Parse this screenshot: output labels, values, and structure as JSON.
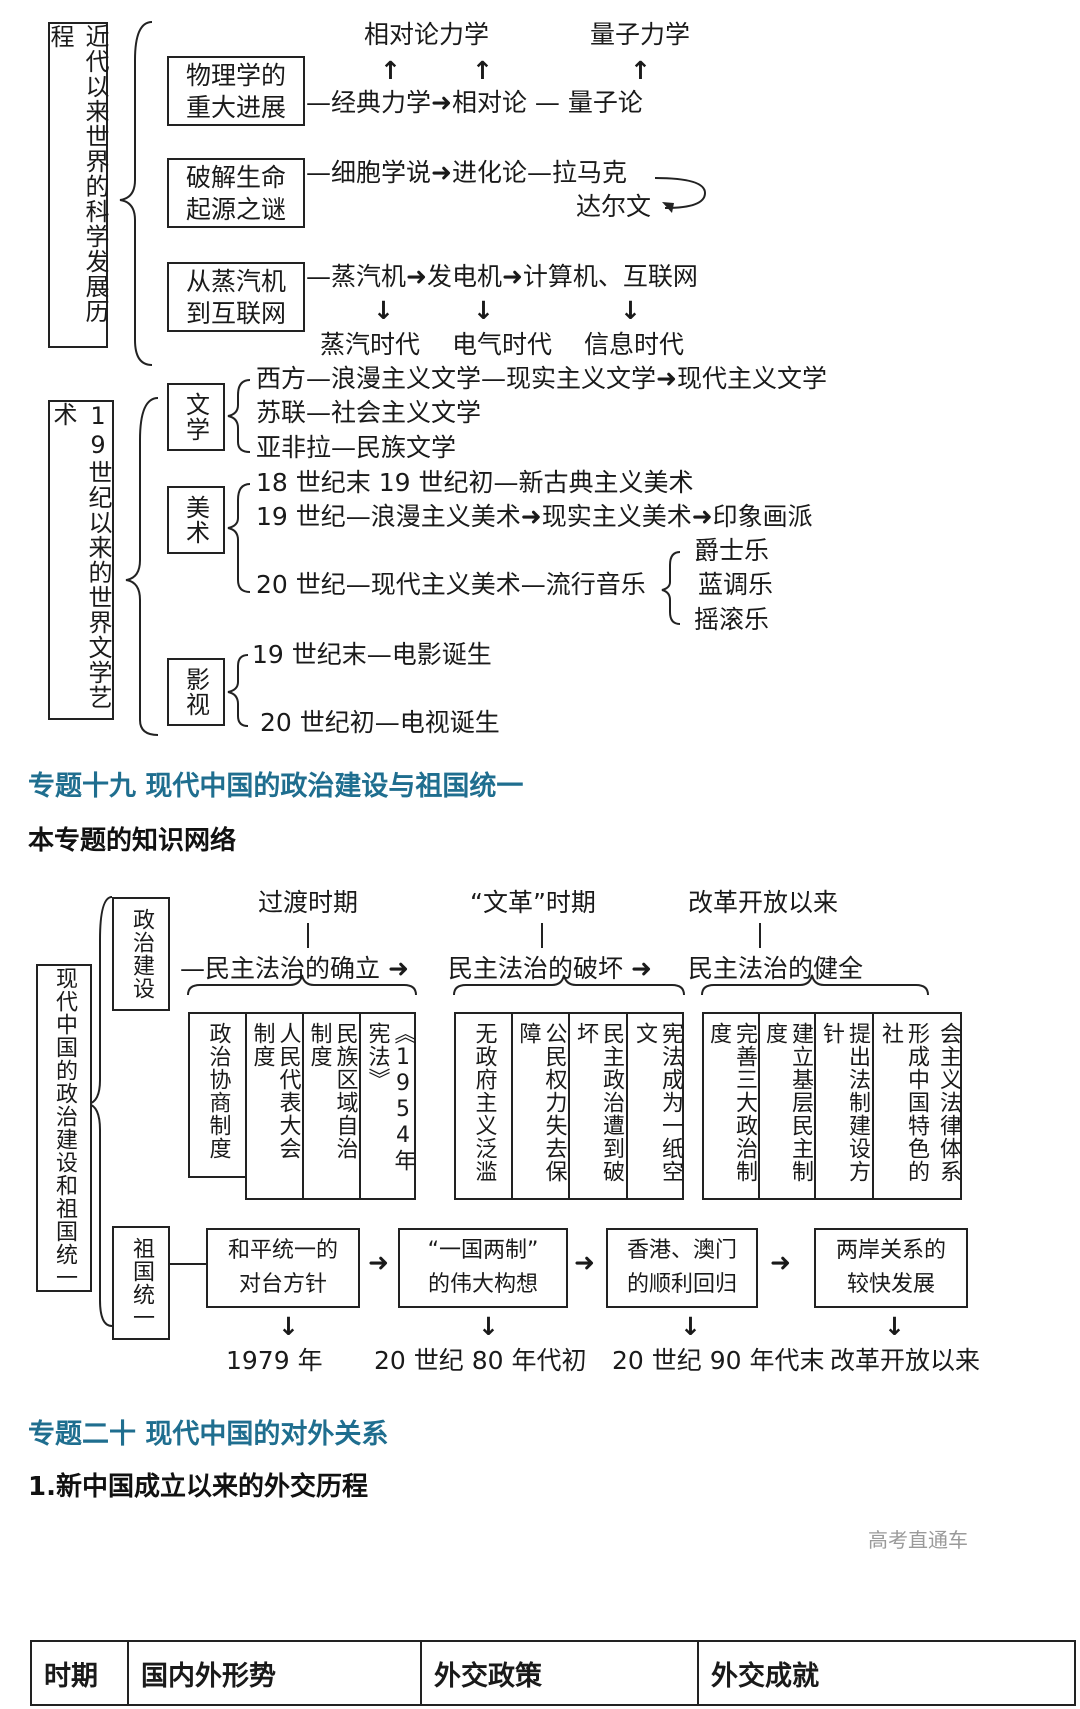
{
  "s1": {
    "side": "近代以来世界的科学发展历程",
    "box1": [
      "物理学的",
      "重大进展"
    ],
    "chain1": "—经典力学➜相对论 — 量子论",
    "above": [
      "相对论力学",
      "量子力学"
    ],
    "box2": [
      "破解生命",
      "起源之谜"
    ],
    "chain2": "—细胞学说➜进化论—拉马克",
    "darwin": "达尔文",
    "box3": [
      "从蒸汽机",
      "到互联网"
    ],
    "chain3": "—蒸汽机➜发电机➜计算机、互联网",
    "eras": [
      "蒸汽时代",
      "电气时代",
      "信息时代"
    ]
  },
  "s2": {
    "side": "19世纪以来的世界文学艺术",
    "lit_box": "文学",
    "lit": [
      "西方—浪漫主义文学—现实主义文学➜现代主义文学",
      "苏联—社会主义文学",
      "亚非拉—民族文学"
    ],
    "art_box": "美术",
    "art": [
      "18 世纪末 19 世纪初—新古典主义美术",
      "19 世纪—浪漫主义美术➜现实主义美术➜印象画派",
      "20 世纪—现代主义美术—流行音乐"
    ],
    "music": [
      "爵士乐",
      "蓝调乐",
      "摇滚乐"
    ],
    "film_box": "影视",
    "film": [
      "19 世纪末—电影诞生",
      "20 世纪初—电视诞生"
    ]
  },
  "topic19": {
    "title": "专题十九  现代中国的政治建设与祖国统一",
    "sub": "本专题的知识网络"
  },
  "s3": {
    "side": "现代中国的政治建设和祖国统一",
    "pol_box": "政治建设",
    "periods": [
      "过渡时期",
      "“文革”时期",
      "改革开放以来"
    ],
    "stages": [
      "—民主法治的确立 ➜",
      "民主法治的破坏 ➜",
      "民主法治的健全"
    ],
    "g1": [
      "政治协商制度",
      "人民代表大会制度",
      "民族区域自治制度",
      "《1954年宪法》"
    ],
    "g2": [
      "无政府主义泛滥",
      "公民权力失去保障",
      "民主政治遭到破坏",
      "宪法成为一纸空文"
    ],
    "g3": [
      "完善三大政治制度",
      "建立基层民主制度",
      "提出法制建设方针",
      "会主义法律体系",
      "形成中国特色的社"
    ],
    "uni_box": "祖国统一",
    "steps": [
      [
        "和平统一的",
        "对台方针"
      ],
      [
        "“一国两制”",
        "的伟大构想"
      ],
      [
        "香港、澳门",
        "的顺利回归"
      ],
      [
        "两岸关系的",
        "较快发展"
      ]
    ],
    "times": [
      "1979 年",
      "20 世纪 80 年代初",
      "20 世纪 90 年代末",
      "改革开放以来"
    ]
  },
  "topic20": {
    "title": "专题二十  现代中国的对外关系",
    "sub": "1.新中国成立以来的外交历程"
  },
  "table": {
    "headers": [
      "时期",
      "国内外形势",
      "外交政策",
      "外交成就"
    ]
  },
  "watermark": "高考直通车"
}
